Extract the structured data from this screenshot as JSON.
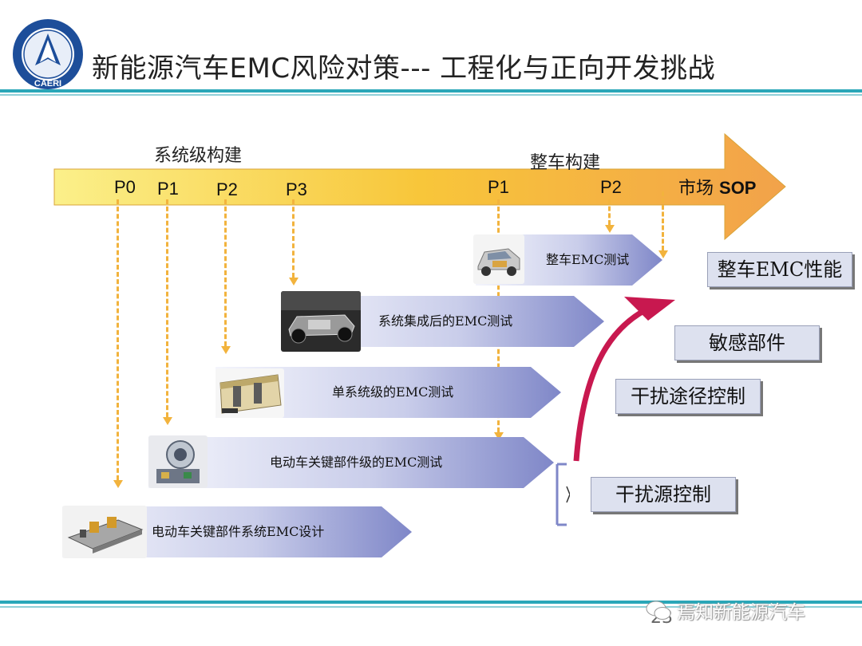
{
  "header": {
    "title": "新能源汽车EMC风险对策--- 工程化与正向开发挑战",
    "logo_text": "CAERI"
  },
  "timeline": {
    "system_label": "系统级构建",
    "vehicle_label": "整车构建",
    "milestones": [
      "P0",
      "P1",
      "P2",
      "P3",
      "P1",
      "P2"
    ],
    "market_label": "市场",
    "sop_label": "SOP"
  },
  "stages": [
    {
      "label": "整车EMC测试",
      "photo": "vehicle-chassis-photo"
    },
    {
      "label": "系统集成后的EMC测试",
      "photo": "ev-platform-photo"
    },
    {
      "label": "单系统级的EMC测试",
      "photo": "battery-pack-photo"
    },
    {
      "label": "电动车关键部件级的EMC测试",
      "photo": "motor-component-photo"
    },
    {
      "label": "电动车关键部件系统EMC设计",
      "photo": "component-bench-photo"
    }
  ],
  "outcomes": {
    "vehicle_emc": "整车EMC性能",
    "sensitive_parts": "敏感部件",
    "path_control": "干扰途径控制",
    "source_control": "干扰源控制"
  },
  "footer": {
    "page_number": "23",
    "watermark": "焉知新能源汽车"
  },
  "colors": {
    "accent_line": "#2aa7b8",
    "arrow_start": "#fbf08a",
    "arrow_end": "#f2a24a",
    "band": "#7f87c8",
    "dash": "#f2b33d",
    "curve": "#c8184f"
  }
}
